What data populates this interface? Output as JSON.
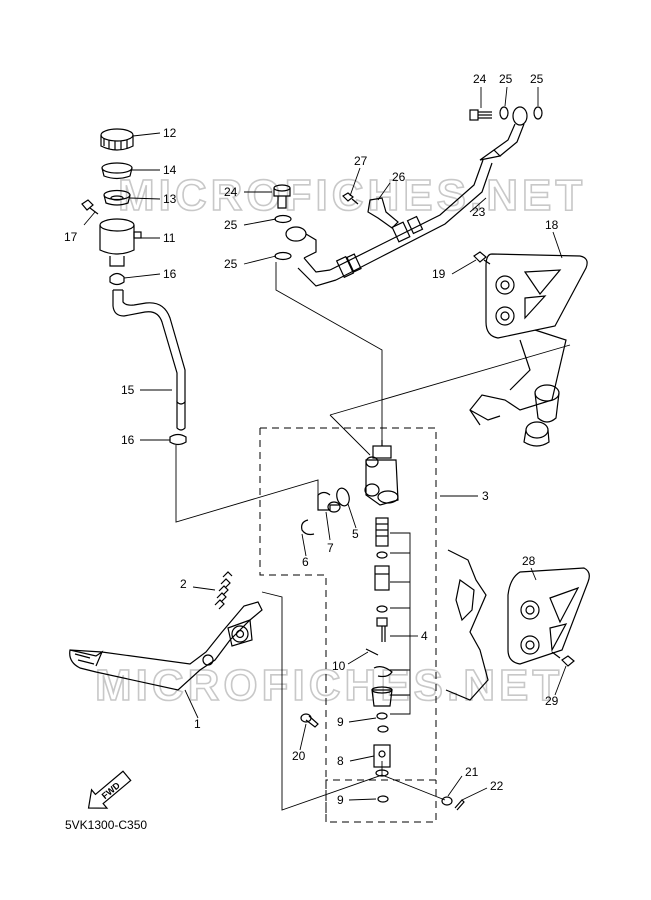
{
  "watermark": "MICROFICHES.NET",
  "diagram_code": "5VK1300-C350",
  "fwd_label": "FWD",
  "labels": [
    "12",
    "14",
    "13",
    "17",
    "11",
    "16",
    "15",
    "16",
    "24",
    "25",
    "25",
    "27",
    "26",
    "23",
    "24",
    "25",
    "25",
    "18",
    "19",
    "3",
    "5",
    "7",
    "6",
    "4",
    "10",
    "9",
    "8",
    "9",
    "2",
    "1",
    "20",
    "28",
    "29",
    "21",
    "22"
  ]
}
